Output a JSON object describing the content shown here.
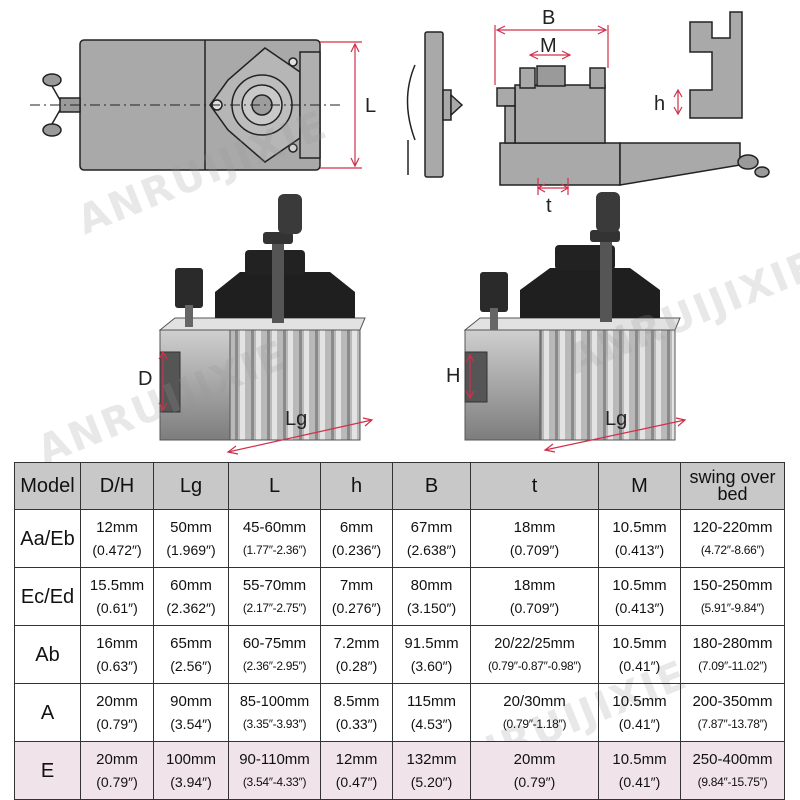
{
  "diagram": {
    "top_labels": {
      "L": "L",
      "B": "B",
      "M": "M",
      "h": "h",
      "t": "t"
    },
    "photo_labels": {
      "left_D": "D",
      "left_Lg": "Lg",
      "right_H": "H",
      "right_Lg": "Lg"
    },
    "watermark": "ANRUIJIXIE",
    "colors": {
      "dimension_line": "#d0304a",
      "outline": "#222222",
      "fill_gray": "#a9a9a9",
      "header_bg": "#c8c8c8",
      "highlight_row": "#f0e3ea"
    }
  },
  "table": {
    "headers": [
      "Model",
      "D/H",
      "Lg",
      "L",
      "h",
      "B",
      "t",
      "M",
      "swing over bed"
    ],
    "rows": [
      {
        "model": "Aa/Eb",
        "dh": [
          "12mm",
          "(0.472″)"
        ],
        "lg": [
          "50mm",
          "(1.969″)"
        ],
        "l": [
          "45-60mm",
          "(1.77″-2.36″)"
        ],
        "h": [
          "6mm",
          "(0.236″)"
        ],
        "b": [
          "67mm",
          "(2.638″)"
        ],
        "t": [
          "18mm",
          "(0.709″)"
        ],
        "m": [
          "10.5mm",
          "(0.413″)"
        ],
        "swing": [
          "120-220mm",
          "(4.72″-8.66″)"
        ]
      },
      {
        "model": "Ec/Ed",
        "dh": [
          "15.5mm",
          "(0.61″)"
        ],
        "lg": [
          "60mm",
          "(2.362″)"
        ],
        "l": [
          "55-70mm",
          "(2.17″-2.75″)"
        ],
        "h": [
          "7mm",
          "(0.276″)"
        ],
        "b": [
          "80mm",
          "(3.150″)"
        ],
        "t": [
          "18mm",
          "(0.709″)"
        ],
        "m": [
          "10.5mm",
          "(0.413″)"
        ],
        "swing": [
          "150-250mm",
          "(5.91″-9.84″)"
        ]
      },
      {
        "model": "Ab",
        "dh": [
          "16mm",
          "(0.63″)"
        ],
        "lg": [
          "65mm",
          "(2.56″)"
        ],
        "l": [
          "60-75mm",
          "(2.36″-2.95″)"
        ],
        "h": [
          "7.2mm",
          "(0.28″)"
        ],
        "b": [
          "91.5mm",
          "(3.60″)"
        ],
        "t": [
          "20/22/25mm",
          "(0.79″-0.87″-0.98″)"
        ],
        "m": [
          "10.5mm",
          "(0.41″)"
        ],
        "swing": [
          "180-280mm",
          "(7.09″-11.02″)"
        ]
      },
      {
        "model": "A",
        "dh": [
          "20mm",
          "(0.79″)"
        ],
        "lg": [
          "90mm",
          "(3.54″)"
        ],
        "l": [
          "85-100mm",
          "(3.35″-3.93″)"
        ],
        "h": [
          "8.5mm",
          "(0.33″)"
        ],
        "b": [
          "115mm",
          "(4.53″)"
        ],
        "t": [
          "20/30mm",
          "(0.79″-1.18″)"
        ],
        "m": [
          "10.5mm",
          "(0.41″)"
        ],
        "swing": [
          "200-350mm",
          "(7.87″-13.78″)"
        ]
      },
      {
        "model": "E",
        "dh": [
          "20mm",
          "(0.79″)"
        ],
        "lg": [
          "100mm",
          "(3.94″)"
        ],
        "l": [
          "90-110mm",
          "(3.54″-4.33″)"
        ],
        "h": [
          "12mm",
          "(0.47″)"
        ],
        "b": [
          "132mm",
          "(5.20″)"
        ],
        "t": [
          "20mm",
          "(0.79″)"
        ],
        "m": [
          "10.5mm",
          "(0.41″)"
        ],
        "swing": [
          "250-400mm",
          "(9.84″-15.75″)"
        ]
      }
    ]
  }
}
